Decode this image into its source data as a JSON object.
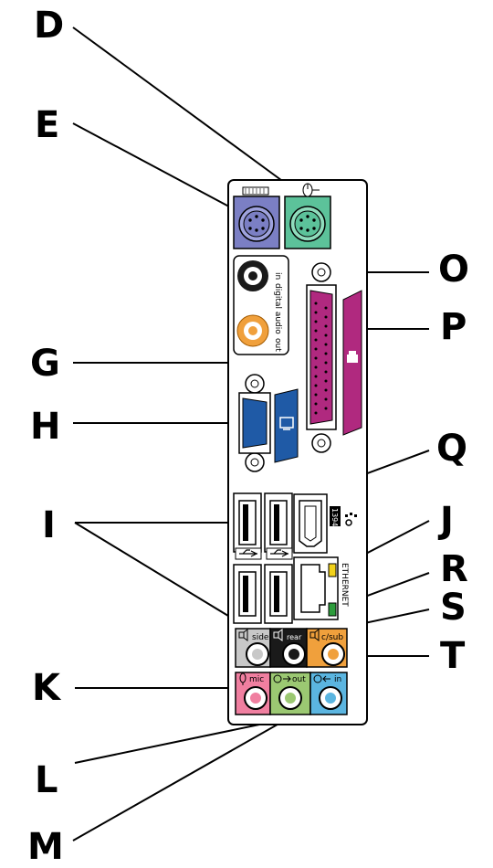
{
  "callouts": {
    "D": "D",
    "E": "E",
    "G": "G",
    "H": "H",
    "I": "I",
    "K": "K",
    "L": "L",
    "M": "M",
    "O": "O",
    "P": "P",
    "Q": "Q",
    "J": "J",
    "R": "R",
    "S": "S",
    "T": "T"
  },
  "port_labels": {
    "digital_audio": "digital audio",
    "in": "in",
    "out": "out",
    "ieee": "1394",
    "ethernet": "ETHERNET",
    "side": "side",
    "rear": "rear",
    "c_sub": "c/sub",
    "mic": "mic",
    "line_out": "out",
    "line_in": "in"
  },
  "colors": {
    "keyboard_port": "#7b7fc4",
    "mouse_port": "#5cc29a",
    "parallel_port": "#b0297f",
    "vga_port": "#1f5aa6",
    "digital_audio_out": "#f0a03c",
    "side_jack": "#c8c8c8",
    "rear_jack": "#1a1a1a",
    "csub_jack": "#f0a03c",
    "mic_jack": "#f07fa0",
    "out_jack": "#9bc872",
    "in_jack": "#5bb5e0",
    "ethernet_led_yellow": "#f2d21a",
    "ethernet_led_green": "#2d9c3c"
  }
}
